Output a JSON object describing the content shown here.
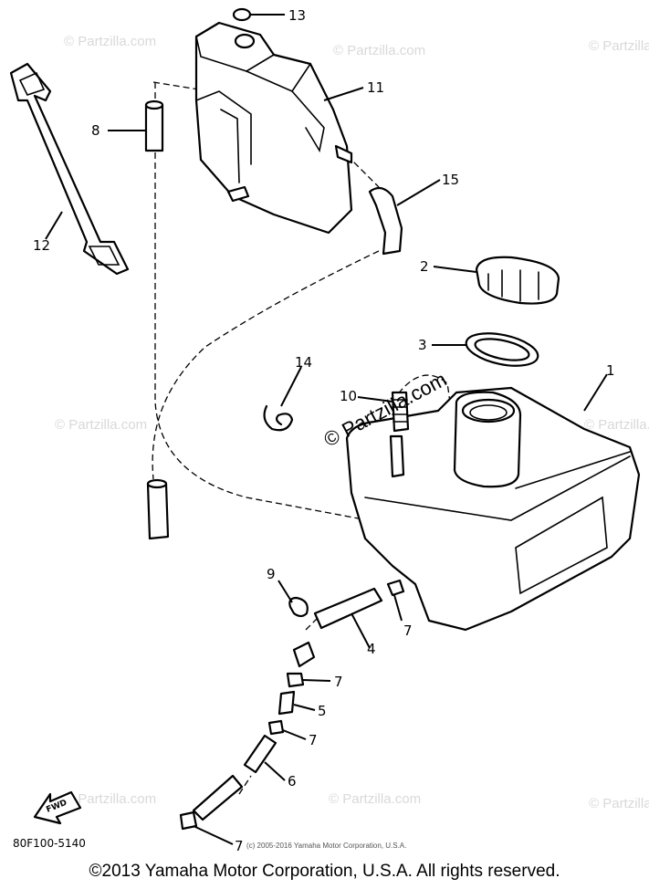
{
  "diagram": {
    "part_code": "80F100-5140",
    "fwd_label": "FWD",
    "watermark_center": "© Partzilla.com",
    "watermark_small": "© Partzilla.com",
    "small_copyright": "(c) 2005-2016 Yamaha Motor Corporation, U.S.A.",
    "callouts": {
      "c1": "1",
      "c2": "2",
      "c3": "3",
      "c4": "4",
      "c5": "5",
      "c6": "6",
      "c7a": "7",
      "c7b": "7",
      "c7c": "7",
      "c7d": "7",
      "c8": "8",
      "c9": "9",
      "c10": "10",
      "c11": "11",
      "c12": "12",
      "c13": "13",
      "c14": "14",
      "c15": "15"
    }
  },
  "footer": {
    "copyright": "©2013 Yamaha Motor Corporation, U.S.A. All rights reserved."
  }
}
